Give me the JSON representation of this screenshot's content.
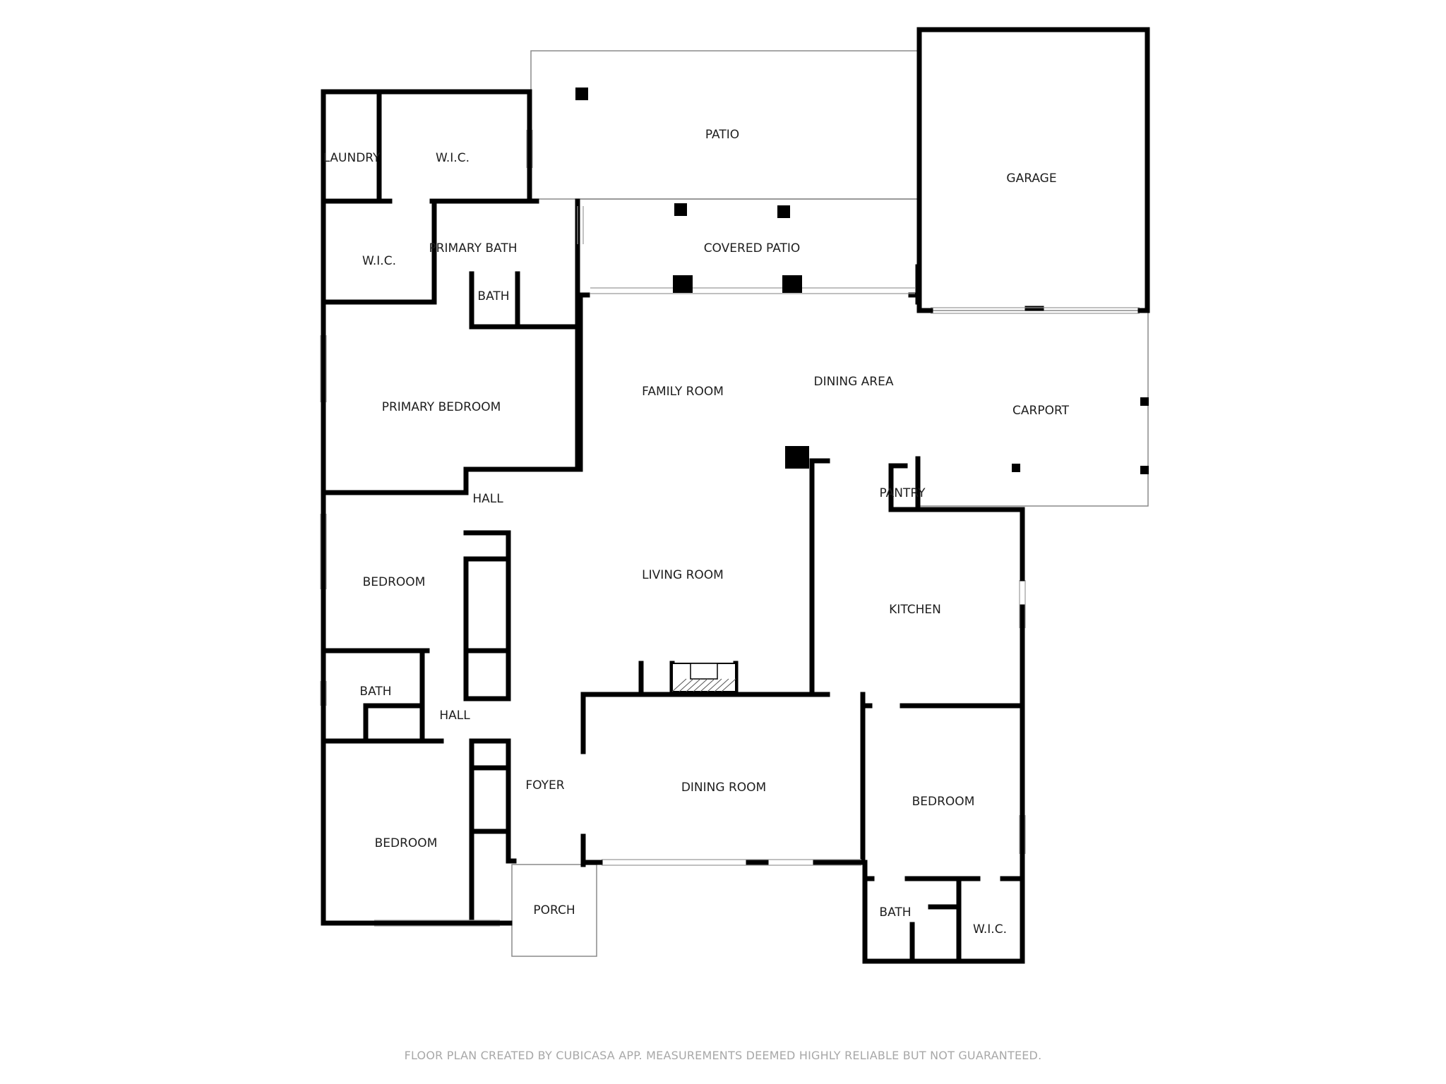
{
  "rooms": {
    "laundry": "LAUNDRY",
    "wic_upper": "W.I.C.",
    "patio": "PATIO",
    "garage": "GARAGE",
    "wic_left": "W.I.C.",
    "primary_bath": "PRIMARY BATH",
    "bath_small": "BATH",
    "covered_patio": "COVERED PATIO",
    "primary_bedroom": "PRIMARY BEDROOM",
    "family_room": "FAMILY ROOM",
    "dining_area": "DINING AREA",
    "carport": "CARPORT",
    "hall_upper": "HALL",
    "pantry": "PANTRY",
    "bedroom_left_mid": "BEDROOM",
    "living_room": "LIVING ROOM",
    "kitchen": "KITCHEN",
    "bath_left": "BATH",
    "hall_lower": "HALL",
    "foyer": "FOYER",
    "dining_room": "DINING ROOM",
    "bedroom_right": "BEDROOM",
    "bedroom_left_low": "BEDROOM",
    "bath_right": "BATH",
    "wic_right": "W.I.C.",
    "porch": "PORCH"
  },
  "footer": "FLOOR PLAN CREATED BY CUBICASA APP. MEASUREMENTS DEEMED HIGHLY RELIABLE BUT NOT GUARANTEED."
}
